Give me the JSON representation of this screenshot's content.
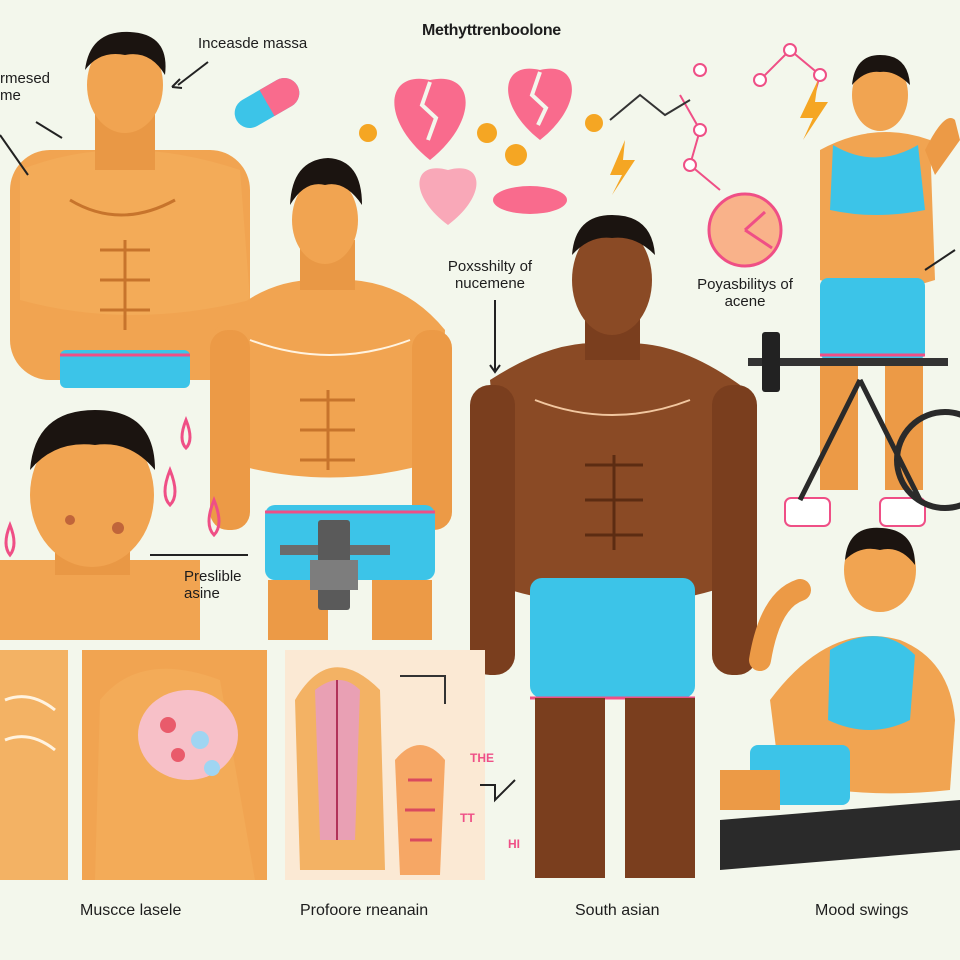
{
  "title": "Methyttrenboolone",
  "labels": {
    "increased_mass": "Inceasde massa",
    "edge_top_left": "rmesed\nme",
    "possibility_top": "Poxsshilty of\nnucemene",
    "possibility_acne": "Poyasbilitys of\nacene",
    "possible_acne": "Preslible\nasine",
    "small_the": "THE",
    "small_tt": "TT",
    "small_hi": "HI"
  },
  "captions": {
    "muscle": "Muscce lasele",
    "profoore": "Profoore rneanain",
    "south_asian": "South asian",
    "mood": "Mood swings"
  },
  "colors": {
    "background": "#f3f7ec",
    "skin_light": "#f1a451",
    "skin_dark": "#8a4a25",
    "shorts": "#3cc4e8",
    "heart": "#f96b8d",
    "accent_pink": "#ef4f86",
    "accent_orange": "#f5a623"
  },
  "icons": [
    "pill-icon",
    "heart-broken-icon",
    "clock-icon",
    "dumbbell-icon",
    "lightning-icon",
    "droplet-icon",
    "molecule-icon"
  ]
}
